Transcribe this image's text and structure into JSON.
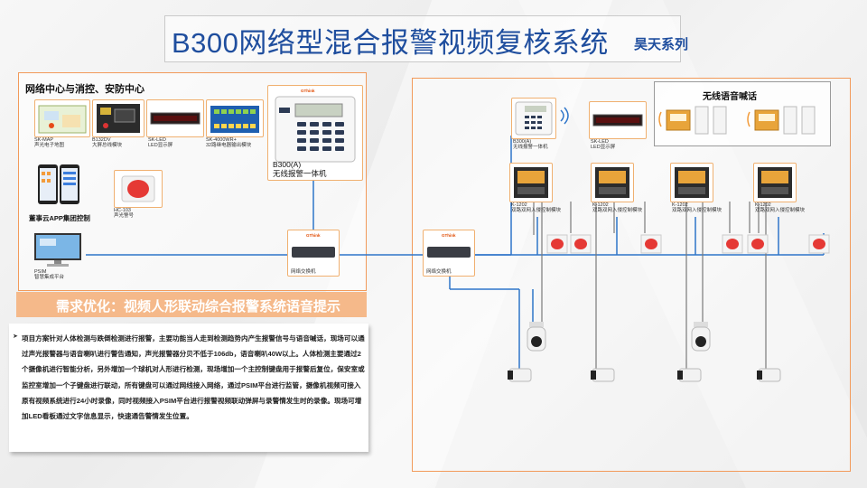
{
  "title": "B300网络型混合报警视频复核系统",
  "series": "昊天系列",
  "left_panel": {
    "title": "网络中心与消控、安防中心",
    "devices": [
      {
        "name": "SK-MAP",
        "desc": "声光电子地图"
      },
      {
        "name": "B132DV",
        "desc": "大屏总线模块"
      },
      {
        "name": "SK-LED",
        "desc": "LED显示屏"
      },
      {
        "name": "SK-4000WR+",
        "desc": "32路继电器输出模块"
      },
      {
        "name": "HC-103",
        "desc": "声光警号"
      }
    ],
    "panel": {
      "name": "B300(A)",
      "desc": "无线报警一体机"
    },
    "app_label": "董事云APP集团控制",
    "psim": {
      "name": "PSIM",
      "desc": "智慧集成平台"
    },
    "switch_label": "网络交换机",
    "brand": "GThink"
  },
  "right_panel": {
    "panel": {
      "name": "B300(A)",
      "desc": "无线报警一体机"
    },
    "led": {
      "name": "SK-LED",
      "desc": "LED显示屏"
    },
    "wireless_title": "无线语音喊话",
    "modules": [
      {
        "name": "K-1202",
        "desc": "双路双网入侵控制模块"
      },
      {
        "name": "K-1202",
        "desc": "双路双网入侵控制模块"
      },
      {
        "name": "K-1202",
        "desc": "双路双网入侵控制模块"
      },
      {
        "name": "K-1202",
        "desc": "双路双网入侵控制模块"
      }
    ],
    "switch_label": "网络交换机"
  },
  "banner": "需求优化：视频人形联动综合报警系统语音提示",
  "description": "项目方案针对人体检测与跌倒检测进行报警，主要功能当人走到检测趋势内产生报警信号与语音喊话，现场可以通过声光报警器与语音喇叭进行警告通知，声光报警器分贝不低于106db，语音喇叭40W以上。人体检测主要通过2个摄像机进行智能分析，另外增加一个球机对人形进行检测，现场增加一个主控制键盘用于报警后复位，保安室或监控室增加一个子键盘进行联动，所有键盘可以通过网线接入网络，通过PSIM平台进行监管，摄像机视频可接入原有视频系统进行24小时录像，同时视频接入PSIM平台进行报警视频联动弹屏与录警情发生时的录像。现场可增加LED看板通过文字信息显示，快速通告警情发生位置。",
  "colors": {
    "title": "#1f4e9e",
    "accent": "#f29a5a",
    "banner": "#f5b98a",
    "link": "#2e75c9"
  }
}
